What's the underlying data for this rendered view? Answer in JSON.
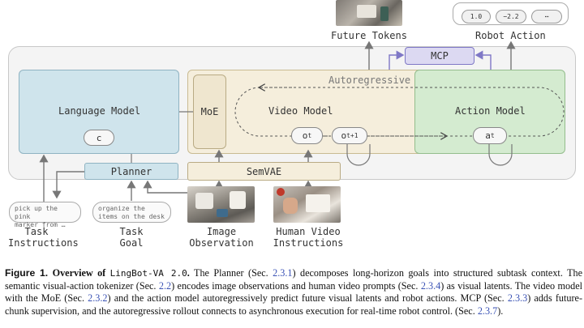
{
  "diagram": {
    "top": {
      "future_tokens": "Future Tokens",
      "robot_action": "Robot Action",
      "action_values": [
        "1.0",
        "−2.2",
        "⋯"
      ],
      "mcp": "MCP"
    },
    "language_model": {
      "title": "Language Model",
      "token": "c"
    },
    "moe": "MoE",
    "video_model": {
      "title": "Video Model",
      "token_t": "o",
      "token_t_sub": "t",
      "token_t1": "o",
      "token_t1_sub": "t+1"
    },
    "autoregressive": "Autoregressive",
    "action_model": {
      "title": "Action Model",
      "token": "a",
      "token_sub": "t"
    },
    "planner": "Planner",
    "semvae": "SemVAE",
    "inputs": {
      "task_instruction_bubble": [
        "pick up the pink",
        "marker from …"
      ],
      "task_goal_bubble": [
        "organize the",
        "items on the desk"
      ],
      "task_instructions": [
        "Task",
        "Instructions"
      ],
      "task_goal": [
        "Task",
        "Goal"
      ],
      "image_observation": [
        "Image",
        "Observation"
      ],
      "human_video": [
        "Human Video",
        "Instructions"
      ]
    },
    "colors": {
      "language": "#cfe4ec",
      "video": "#f5eedc",
      "action": "#d4ebd0",
      "mcp": "#dcd9f2",
      "mcp_arrow": "#7f78c6"
    }
  },
  "caption": {
    "label": "Figure 1.",
    "title_prefix": "Overview of",
    "model_name": "LingBot-VA 2.0",
    "title_end": ".",
    "s1": " The Planner (Sec. ",
    "r1": "2.3.1",
    "s2": ") decomposes long-horizon goals into structured subtask context. The semantic visual-action tokenizer (Sec. ",
    "r2": "2.2",
    "s3": ") encodes image observations and human video prompts (Sec. ",
    "r3": "2.3.4",
    "s4": ") as visual latents. The video model with the MoE (Sec. ",
    "r4": "2.3.2",
    "s5": ") and the action model autoregressively predict future visual latents and robot actions. MCP (Sec. ",
    "r5": "2.3.3",
    "s6": ") adds future-chunk supervision, and the autoregressive rollout connects to asynchronous execution for real-time robot control. (Sec. ",
    "r6": "2.3.7",
    "s7": ")."
  }
}
